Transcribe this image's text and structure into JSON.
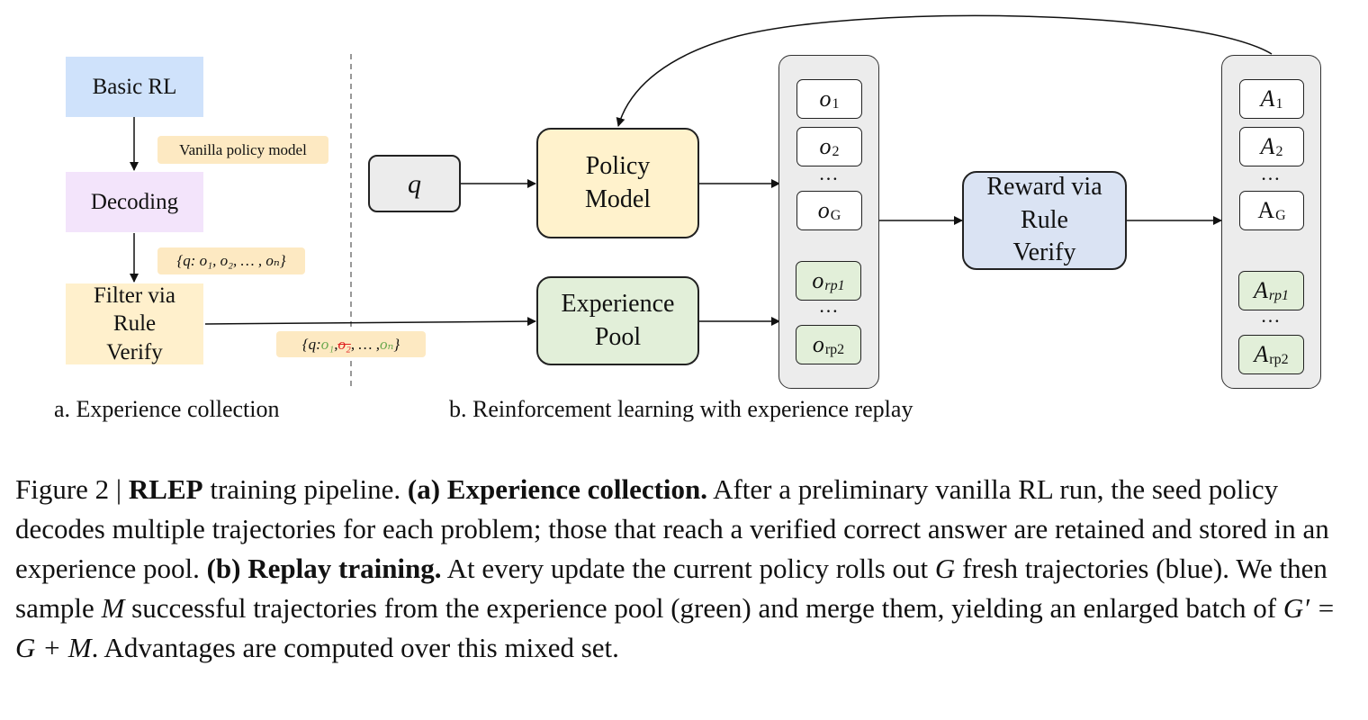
{
  "panel_a": {
    "basic_rl": "Basic RL",
    "vanilla_tag": "Vanilla policy model",
    "decoding": "Decoding",
    "set_tag": "{q: o₁, o₂, … , oₙ}",
    "filter_line1": "Filter via",
    "filter_line2": "Rule",
    "filter_line3": "Verify",
    "caption": "a. Experience collection"
  },
  "filtered_tag": {
    "open": "{q: ",
    "o1": "o₁",
    "o2": "o₂",
    "rest": ", … , ",
    "oN": "oₙ",
    "close": "}"
  },
  "panel_b": {
    "query": "q",
    "policy_line1": "Policy",
    "policy_line2": "Model",
    "experience_line1": "Experience",
    "experience_line2": "Pool",
    "reward_line1": "Reward via",
    "reward_line2": "Rule",
    "reward_line3": "Verify",
    "caption": "b. Reinforcement learning with experience replay"
  },
  "outputs": [
    {
      "base": "o",
      "sub": "1"
    },
    {
      "base": "o",
      "sub": "2"
    },
    {
      "base": "o",
      "sub": "G"
    },
    {
      "base": "o",
      "sub": "rp1"
    },
    {
      "base": "o",
      "sub": "rp2"
    }
  ],
  "advantages": [
    {
      "base": "A",
      "sub": "1"
    },
    {
      "base": "A",
      "sub": "2"
    },
    {
      "base": "A",
      "sub": "G"
    },
    {
      "base": "A",
      "sub": "rp1"
    },
    {
      "base": "A",
      "sub": "rp2"
    }
  ],
  "ellipsis": "…",
  "figure_caption": {
    "label": "Figure 2 | ",
    "name": "RLEP",
    "t1": " training pipeline. ",
    "a_head": "(a) Experience collection.",
    "t2": " After a preliminary vanilla RL run, the seed policy decodes multiple trajectories for each problem; those that reach a verified correct answer are retained and stored in an experience pool. ",
    "b_head": "(b) Replay training.",
    "t3": " At every update the current policy rolls out ",
    "G": "G",
    "t4": " fresh trajectories (blue). We then sample ",
    "M": "M",
    "t5": " successful trajectories from the experience pool (green) and merge them, yielding an enlarged batch of ",
    "formula": "G′ = G + M",
    "t6": ". Advantages are computed over this mixed set."
  },
  "colors": {
    "basic_rl": "#cfe2fb",
    "decoding": "#f3e4fb",
    "filter": "#fff0cc",
    "policy": "#fff2cc",
    "experience": "#e2efd9",
    "reward": "#dae3f3",
    "tag": "#fde9c2",
    "panel": "#ececec",
    "kept": "#6aa84f",
    "removed": "#e02020"
  }
}
